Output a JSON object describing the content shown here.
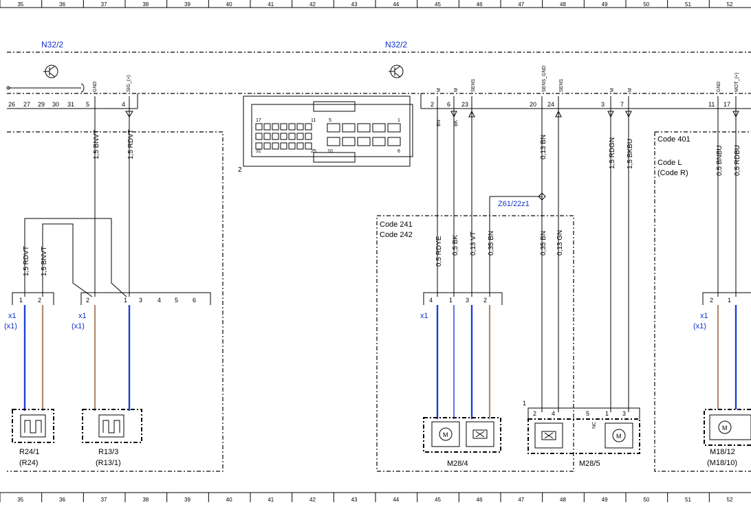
{
  "grid": {
    "cols": [
      "35",
      "36",
      "37",
      "38",
      "39",
      "40",
      "41",
      "42",
      "43",
      "44",
      "45",
      "46",
      "47",
      "48",
      "49",
      "50",
      "51",
      "52"
    ]
  },
  "headers": {
    "left": "N32/2",
    "right": "N32/2"
  },
  "left_module": {
    "pin_row": [
      "26",
      "27",
      "29",
      "30",
      "31",
      "5",
      "4"
    ],
    "pin_labels": {
      "gnd": "GND",
      "sig": "SIG_(+)"
    },
    "wires": {
      "w1": "1,5 BNVT",
      "w2": "1,5 RDVT",
      "w3": "1,5 RDVT",
      "w4": "1,5 BNVT"
    }
  },
  "connector_graphic": {
    "label": "2",
    "pin_tl": "17",
    "pin_tm": "11",
    "pin_t5": "5",
    "pin_tr": "1",
    "pin_bl": "31",
    "pin_bm": "25",
    "pin_b10": "10",
    "pin_br": "6"
  },
  "right_module": {
    "pins_a": [
      "2",
      "6",
      "23"
    ],
    "pins_b": [
      "20",
      "24"
    ],
    "pins_c": [
      "3",
      "7"
    ],
    "pins_d": [
      "11",
      "17"
    ],
    "labels": {
      "m1": "M",
      "m2": "M",
      "sens1": "SENS",
      "sens_gnd": "SENS_GND",
      "sens2": "SENS",
      "m3": "M",
      "m4": "M",
      "gnd": "GND",
      "mot": "MOT_(+)"
    },
    "code_241": "Code 241",
    "code_242": "Code 242",
    "code_401": "Code 401",
    "code_l": "Code L",
    "code_r": "(Code R)",
    "splice": "Z61/22z1",
    "wires": {
      "a": "BN",
      "b": "BK",
      "c": "0,13 BN",
      "d": "1,5 RDGN",
      "e": "1,5 BKBU",
      "f": "0,5 BNBU",
      "g": "0,5 RDBU",
      "h": "0,5 RDYE",
      "i": "0,5 BK",
      "j": "0,13 VT",
      "k": "0,35 BN",
      "l": "0,35 BN",
      "m": "0,13 GN"
    }
  },
  "connectors": {
    "c1": {
      "pins": [
        "1",
        "2"
      ],
      "x1": "x1",
      "x2": "(x1)"
    },
    "c2": {
      "pins": [
        "2",
        "1",
        "3",
        "4",
        "5",
        "6"
      ],
      "x1": "x1",
      "x2": "(x1)"
    },
    "c3": {
      "pins": [
        "4",
        "1",
        "3",
        "2"
      ],
      "x1": "x1"
    },
    "c4": {
      "pins": [
        "2",
        "1"
      ],
      "x1": "x1",
      "x2": "(x1)"
    }
  },
  "m28_5_pins": [
    "2",
    "4",
    "5",
    "1",
    "3"
  ],
  "m28_5_nc": "NC",
  "m28_5_group": "1",
  "components": {
    "r24_1": {
      "name": "R24/1",
      "alt": "(R24)"
    },
    "r13_3": {
      "name": "R13/3",
      "alt": "(R13/1)"
    },
    "m28_4": {
      "name": "M28/4"
    },
    "m28_5": {
      "name": "M28/5"
    },
    "m18_12": {
      "name": "M18/12",
      "alt": "(M18/10)"
    }
  }
}
